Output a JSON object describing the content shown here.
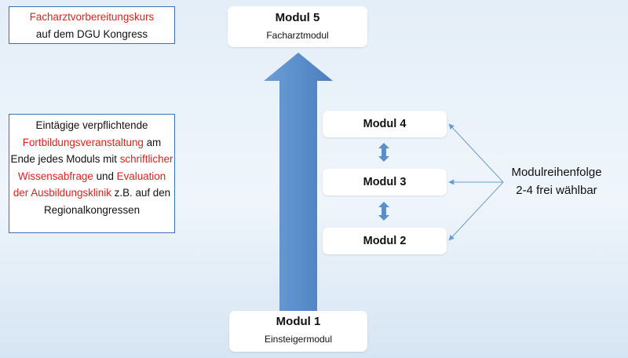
{
  "info_top": {
    "highlight": "Facharztvorbereitungskurs",
    "rest": "auf dem DGU Kongress"
  },
  "info_mid": {
    "part1": "Eintägige verpflichtende",
    "red1": "Fortbildungsveranstaltung",
    "part2": "am Ende jedes Moduls mit",
    "red2": "schriftlicher Wissensabfrage",
    "part3": "und",
    "red3": "Evaluation der Ausbildungsklinik",
    "part4": "z.B. auf den Regionalkongressen"
  },
  "modul5": {
    "title": "Modul 5",
    "subtitle": "Facharztmodul"
  },
  "modul4": {
    "title": "Modul 4"
  },
  "modul3": {
    "title": "Modul 3"
  },
  "modul2": {
    "title": "Modul 2"
  },
  "modul1": {
    "title": "Modul 1",
    "subtitle": "Einsteigermodul"
  },
  "reihenfolge": {
    "line1": "Modulreihenfolge",
    "line2": "2-4 frei wählbar"
  },
  "colors": {
    "highlight_red": "#e02020",
    "arrow_blue": "#5b8fcb",
    "box_border_blue": "#3a6fb5"
  }
}
